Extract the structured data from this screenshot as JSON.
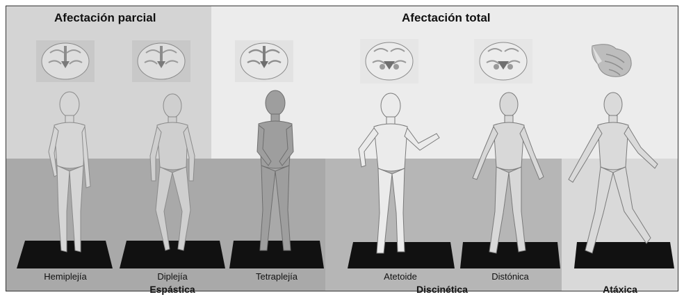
{
  "headers": {
    "partial": "Afectación parcial",
    "total": "Afectación total"
  },
  "types": [
    {
      "label": "Hemiplejía"
    },
    {
      "label": "Diplejía"
    },
    {
      "label": "Tetraplejía"
    },
    {
      "label": "Atetoide"
    },
    {
      "label": "Distónica"
    },
    {
      "label": ""
    }
  ],
  "groups": {
    "espastica": "Espástica",
    "discinetica": "Discinética",
    "ataxica": "Atáxica"
  },
  "colors": {
    "partial_bg": "#d4d4d4",
    "total_bg": "#ececec",
    "espastica_bg": "#a9a9a9",
    "discinetica_bg": "#b6b6b6",
    "ataxica_bg": "#d9d9d9",
    "platform": "#111111"
  }
}
